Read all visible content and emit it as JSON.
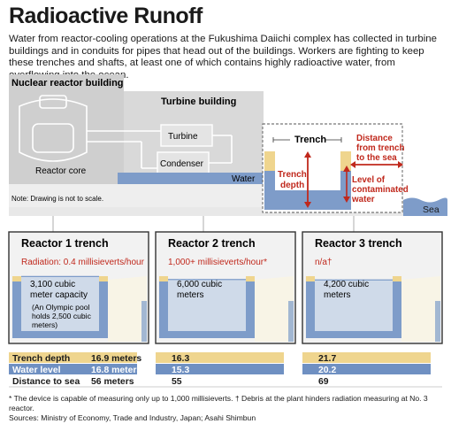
{
  "title": "Radioactive Runoff",
  "intro": "Water from reactor-cooling operations at the Fukushima Daiichi complex has collected in turbine buildings and in conduits for pipes that head out of the buildings. Workers are fighting to keep these trenches and shafts, at least one of which contains highly radioactive water, from overflowing into the ocean.",
  "diagram": {
    "reactor_building": "Nuclear reactor building",
    "turbine_building": "Turbine building",
    "turbine": "Turbine",
    "condenser": "Condenser",
    "reactor_core": "Reactor core",
    "water": "Water",
    "trench": "Trench",
    "trench_depth_1": "Trench",
    "trench_depth_2": "depth",
    "distance_1": "Distance",
    "distance_2": "from trench",
    "distance_3": "to the sea",
    "level_1": "Level of",
    "level_2": "contaminated",
    "level_3": "water",
    "sea": "Sea",
    "note": "Note: Drawing is not to scale."
  },
  "reactors": [
    {
      "title": "Reactor 1 trench",
      "radiation": "Radiation: 0.4 millisieverts/hour",
      "capacity_1": "3,100 cubic",
      "capacity_2": "meter capacity",
      "olympic_1": "(An Olympic pool",
      "olympic_2": "holds 2,500 cubic",
      "olympic_3": "meters)",
      "fill_fraction": 0.994
    },
    {
      "title": "Reactor 2 trench",
      "radiation": "1,000+ millisieverts/hour*",
      "capacity_1": "6,000 cubic",
      "capacity_2": "meters",
      "fill_fraction": 0.939
    },
    {
      "title": "Reactor 3 trench",
      "radiation": "n/a†",
      "capacity_1": "4,200 cubic",
      "capacity_2": "meters",
      "fill_fraction": 0.931
    }
  ],
  "table": {
    "rows": [
      {
        "label": "Trench depth",
        "values": [
          "16.9 meters",
          "16.3",
          "21.7"
        ]
      },
      {
        "label": "Water level",
        "values": [
          "16.8 meters",
          "15.3",
          "20.2"
        ]
      },
      {
        "label": "Distance to sea",
        "values": [
          "56 meters",
          "55",
          "69"
        ]
      }
    ]
  },
  "footnote_1": "* The device is capable of measuring only up to 1,000 millisieverts.  † Debris at the plant hinders radiation measuring at No. 3 reactor.",
  "footnote_2": "Sources: Ministry of Economy, Trade and Industry, Japan; Asahi Shimbun",
  "colors": {
    "water": "#7e9cc9",
    "accent_red": "#c0281c",
    "sand": "#efd58e",
    "grey_building": "#cfcfcf",
    "panel_bg": "#f2f2f2",
    "water_row": "#6f90c2",
    "depth_row": "#efd58e"
  }
}
